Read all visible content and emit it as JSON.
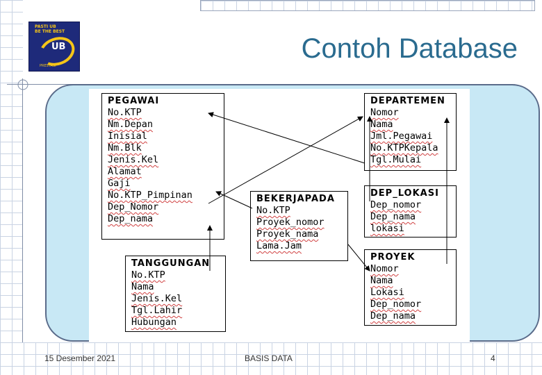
{
  "slide": {
    "title": "Contoh Database",
    "footer_date": "15 Desember 2021",
    "footer_center": "BASIS DATA",
    "page_number": "4"
  },
  "logo": {
    "line1": "PASTI UB",
    "line2": "BE THE BEST",
    "ub": "UB",
    "line3": "PRESTASI",
    "icon": "university-logo"
  },
  "colors": {
    "title": "#2a6b8f",
    "panel": "#c8e8f5",
    "arrow": "#000000"
  },
  "entities": {
    "pegawai": {
      "name": "PEGAWAI",
      "attributes": [
        "No.KTP",
        "Nm.Depan",
        "Inisial",
        "Nm.Blk",
        "Jenis.Kel",
        "Alamat",
        "Gaji",
        "No.KTP_Pimpinan",
        "Dep_Nomor",
        "Dep_nama"
      ]
    },
    "departemen": {
      "name": "DEPARTEMEN",
      "attributes": [
        "Nomor",
        "Nama",
        "Jml.Pegawai",
        "No.KTPKepala",
        "Tgl.Mulai"
      ]
    },
    "bekerjapada": {
      "name": "BEKERJAPADA",
      "attributes": [
        "No.KTP",
        "Proyek_nomor",
        "Proyek_nama",
        "Lama.Jam"
      ]
    },
    "dep_lokasi": {
      "name": "DEP_LOKASI",
      "attributes": [
        "Dep_nomor",
        "Dep_nama",
        "lokasi"
      ]
    },
    "tanggungan": {
      "name": "TANGGUNGAN",
      "attributes": [
        "No.KTP",
        "Nama",
        "Jenis.Kel",
        "Tgl.Lahir",
        "Hubungan"
      ]
    },
    "proyek": {
      "name": "PROYEK",
      "attributes": [
        "Nomor",
        "Nama",
        "Lokasi",
        "Dep_nomor",
        "Dep_nama"
      ]
    }
  }
}
